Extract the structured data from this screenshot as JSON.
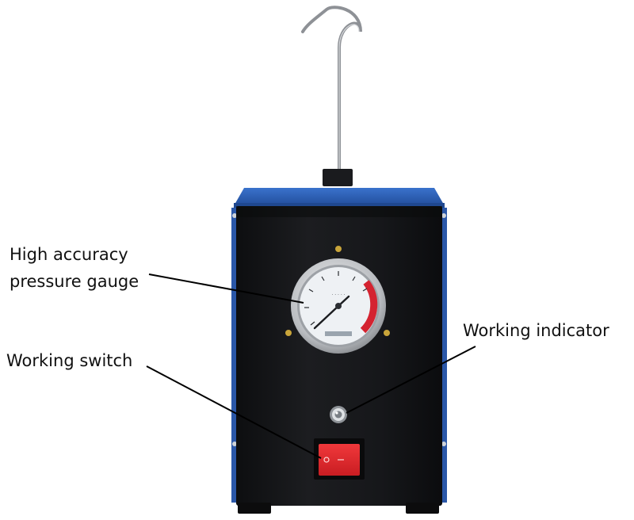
{
  "callouts": {
    "gauge": {
      "line1": "High accuracy",
      "line2": "pressure gauge"
    },
    "switch": "Working switch",
    "indicator": "Working indicator"
  },
  "colors": {
    "case_black": "#141517",
    "case_top_blue": "#2f62b8",
    "side_blue": "#2e5fb5",
    "switch_red": "#e0262a",
    "gauge_red_arc": "#d42330"
  },
  "icons": [
    "hook-icon",
    "pressure-gauge-icon",
    "indicator-light-icon",
    "rocker-switch-icon"
  ]
}
